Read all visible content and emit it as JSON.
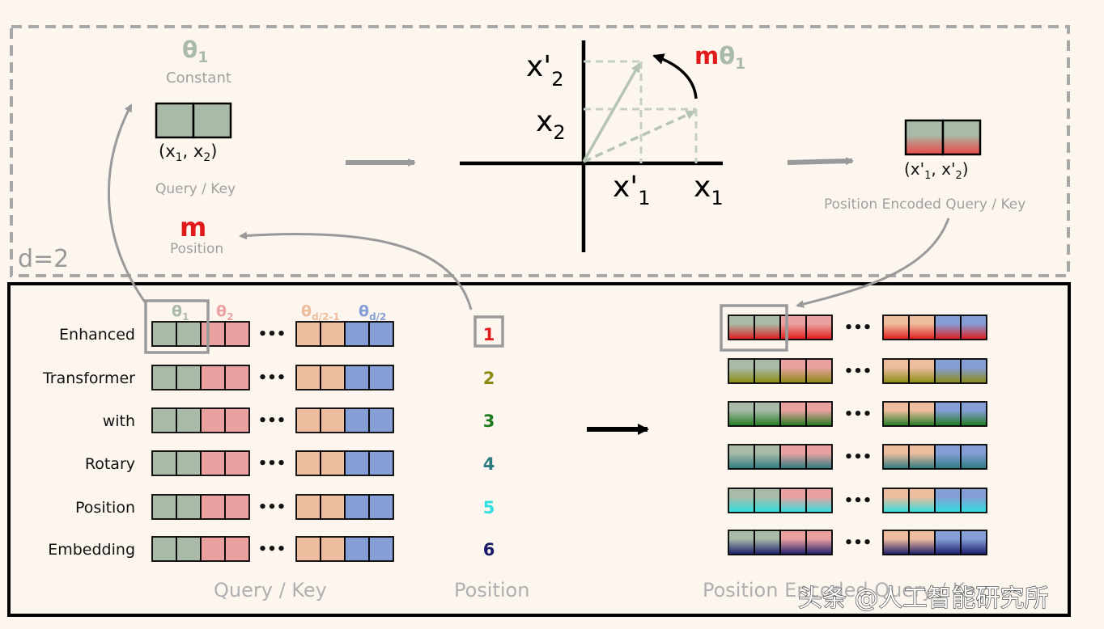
{
  "colors": {
    "background": "#fdf6ef",
    "green": "#a9bba8",
    "pink": "#eaa2a0",
    "peach": "#eebc9e",
    "blue": "#859ed6",
    "red": "#e0191a",
    "gray": "#9a9a9a",
    "labelGray": "#a0a0a0"
  },
  "top": {
    "theta1": "θ",
    "theta1_sub": "1",
    "constant": "Constant",
    "pair_label": "(x",
    "pair_sub1": "1",
    "pair_mid": ", x",
    "pair_sub2": "2",
    "pair_end": ")",
    "query_key": "Query / Key",
    "m": "m",
    "position": "Position",
    "d2": "d=2",
    "axis_x2prime": "x'",
    "axis_x2prime_sub": "2",
    "axis_x2": "x",
    "axis_x2_sub": "2",
    "axis_x1prime": "x'",
    "axis_x1prime_sub": "1",
    "axis_x1": "x",
    "axis_x1_sub": "1",
    "rot_m": "m",
    "rot_theta": "θ",
    "rot_theta_sub": "1",
    "out_pair": "(x'",
    "out_sub1": "1",
    "out_mid": ", x'",
    "out_sub2": "2",
    "out_end": ")",
    "out_label": "Position Encoded Query / Key"
  },
  "bottom": {
    "words": [
      "Enhanced",
      "Transformer",
      "with",
      "Rotary",
      "Position",
      "Embedding"
    ],
    "theta_labels": [
      {
        "t": "θ",
        "s": "1",
        "color": "#a9bba8"
      },
      {
        "t": "θ",
        "s": "2",
        "color": "#eaa2a0"
      },
      {
        "t": "θ",
        "s": "d/2-1",
        "color": "#eebc9e"
      },
      {
        "t": "θ",
        "s": "d/2",
        "color": "#859ed6"
      }
    ],
    "positions": [
      {
        "n": "1",
        "color": "#e0191a"
      },
      {
        "n": "2",
        "color": "#8a8a10"
      },
      {
        "n": "3",
        "color": "#1f7a1f"
      },
      {
        "n": "4",
        "color": "#2a7a80"
      },
      {
        "n": "5",
        "color": "#2ee0e0"
      },
      {
        "n": "6",
        "color": "#1a1a6a"
      }
    ],
    "ellipsis": "•••",
    "footer_query_key": "Query / Key",
    "footer_position": "Position",
    "footer_encoded": "Position Encoded Query / Key"
  },
  "watermark": "头条 @人工智能研究所"
}
